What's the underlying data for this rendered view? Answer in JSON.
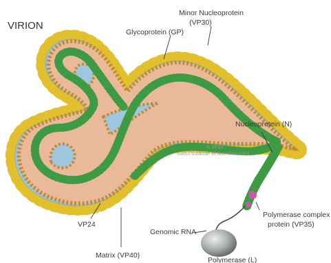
{
  "title": "VIRION",
  "labels": {
    "minor_nucleoprotein": [
      "Minor Nucleoprotein",
      "(VP30)"
    ],
    "glycoprotein": "Glycoprotein (GP)",
    "nucleoprotein": "Nucleoprotein (N)",
    "polymerase_complex": [
      "Polymerase complex",
      "protein (VP35)"
    ],
    "genomic_rna": "Genomic RNA",
    "vp24": "VP24",
    "matrix": "Matrix (VP40)",
    "polymerase": "Polymerase (L)"
  },
  "copyright": [
    "© 2010",
    "Swiss Institute of Bioinformatics"
  ],
  "colors": {
    "interior": "#e9b99a",
    "membrane": "#9fc6df",
    "matrix_beads": "#c48a2c",
    "nucleocapsid": "#3f9a44",
    "spikes": "#e2bf2c",
    "polymerase_body": "#a4aaa8",
    "vp35": "#c65aa8",
    "rna": "#444444"
  }
}
